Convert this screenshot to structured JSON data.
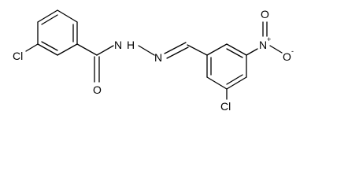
{
  "molecule": {
    "labels": {
      "cl_left": "Cl",
      "o_carbonyl": "O",
      "nh": "N",
      "h": "H",
      "n_imine": "N",
      "cl_right": "Cl",
      "n_nitro": "N",
      "n_nitro_charge": "+",
      "o_nitro_top": "O",
      "o_nitro_right": "O",
      "o_nitro_charge": "-"
    }
  }
}
